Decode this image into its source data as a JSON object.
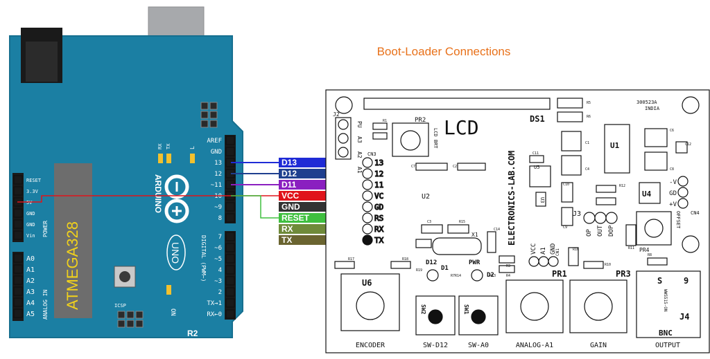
{
  "title": "Boot-Loader Connections",
  "colors": {
    "arduino_board": "#1b7fa3",
    "arduino_edge": "#166f8f",
    "title": "#e8711a",
    "pcb_stroke": "#111111"
  },
  "arduino": {
    "chip_label": "ATMEGA328",
    "brand": "ARDUINO",
    "model": "UNO",
    "revision": "R2",
    "icsp_label": "ICSP",
    "on_label": "ON",
    "power_label": "POWER",
    "analog_label": "ANALOG IN",
    "digital_label": "DIGITAL (PWM~)",
    "l_label": "L",
    "tx_label": "TX",
    "rx_label": "RX",
    "top_pins": [
      "AREF",
      "GND",
      "13",
      "12",
      "~11",
      "~10",
      "~9",
      "8"
    ],
    "digital_pins": [
      "7",
      "~6",
      "~5",
      "4",
      "~3",
      "2",
      "TX→1",
      "RX←0"
    ],
    "power_pins": [
      "RESET",
      "3.3V",
      "5V",
      "GND",
      "GND",
      "Vin"
    ],
    "analog_pins": [
      "A0",
      "A1",
      "A2",
      "A3",
      "A4",
      "A5"
    ]
  },
  "wires": [
    {
      "label": "D13",
      "color": "#1f2bd6"
    },
    {
      "label": "D12",
      "color": "#1f3f8f"
    },
    {
      "label": "D11",
      "color": "#8a1fc0"
    },
    {
      "label": "VCC",
      "color": "#e0141b"
    },
    {
      "label": "GND",
      "color": "#333333"
    },
    {
      "label": "RESET",
      "color": "#3fbf3f"
    },
    {
      "label": "RX",
      "color": "#6f8a3a"
    },
    {
      "label": "TX",
      "color": "#6a6430"
    }
  ],
  "pcb": {
    "header_pins": [
      "13",
      "12",
      "11",
      "VC",
      "GD",
      "RS",
      "RX",
      "TX"
    ],
    "lcd_label": "LCD",
    "brand_vertical": "ELECTRONICS-LAB.COM",
    "ds1": "DS1",
    "j2": "J2",
    "cn3": "CN3",
    "pr2": "PR2",
    "lcd_brt": "LCD BRT",
    "u1": "U1",
    "u2": "U2",
    "u3": "U3",
    "u4": "U4",
    "u5": "U5",
    "u6": "U6",
    "j3": "J3",
    "j4": "J4",
    "x1": "X1",
    "pr1": "PR1",
    "pr3": "PR3",
    "pr4": "PR4",
    "d1": "D1",
    "d2": "D2",
    "d12": "D12",
    "pwr": "PWR",
    "cn1": "CN1",
    "cn4": "CN4",
    "offset": "OFFSET",
    "part_no": "300523A",
    "origin": "INDIA",
    "side_labels": [
      "PU",
      "A3",
      "A2",
      "A1"
    ],
    "cn1_labels": [
      "VCC",
      "A1",
      "GND"
    ],
    "j3_labels": [
      "OP",
      "OUT",
      "DOP"
    ],
    "cn4_labels": [
      "-V",
      "GD",
      "+V"
    ],
    "bnc": "BNC",
    "s": "S",
    "nine": "9",
    "sw_d12_vertical": "SW2",
    "sw_a0_vertical": "SW1",
    "sw_side_text": "WWS515-ON",
    "bottom_labels": [
      "ENCODER",
      "SW-D12",
      "SW-A0",
      "ANALOG-A1",
      "GAIN",
      "OUTPUT"
    ],
    "components": [
      "R1",
      "C7",
      "C2",
      "C3",
      "R15",
      "C14",
      "C11",
      "C10",
      "C9",
      "R12",
      "R11",
      "C12",
      "C1",
      "C4",
      "C6",
      "C8",
      "R5",
      "R6",
      "R17",
      "R18",
      "R19",
      "R7",
      "R14",
      "R13",
      "R3",
      "R4",
      "R10",
      "R8",
      "R16"
    ]
  }
}
